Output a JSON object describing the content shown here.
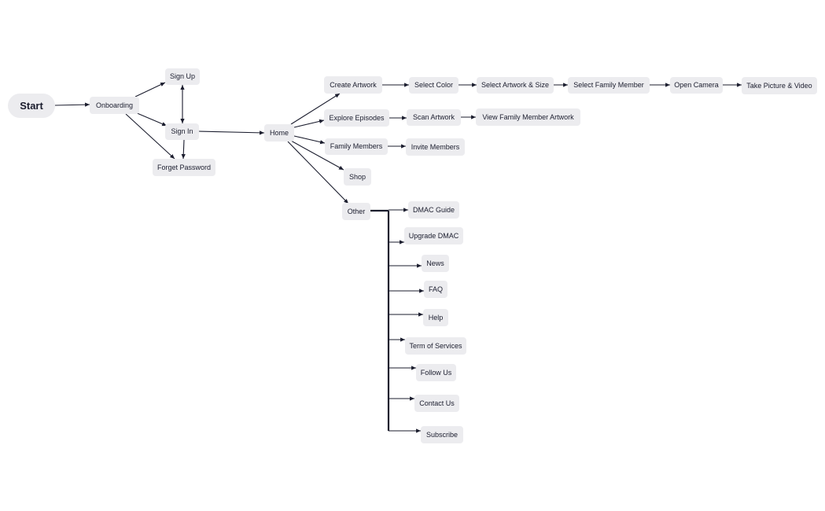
{
  "flow": {
    "nodes": {
      "start": "Start",
      "onboarding": "Onboarding",
      "sign_up": "Sign Up",
      "sign_in": "Sign In",
      "forget_password": "Forget Password",
      "home": "Home",
      "create_artwork": "Create Artwork",
      "select_color": "Select Color",
      "select_artwork_size": "Select Artwork & Size",
      "select_family_member": "Select Family Member",
      "open_camera": "Open Camera",
      "take_picture_video": "Take Picture & Video",
      "explore_episodes": "Explore Episodes",
      "scan_artwork": "Scan Artwork",
      "view_family_member_artwork": "View Family Member Artwork",
      "family_members": "Family Members",
      "invite_members": "Invite Members",
      "shop": "Shop",
      "other": "Other",
      "dmac_guide": "DMAC Guide",
      "upgrade_dmac": "Upgrade DMAC",
      "news": "News",
      "faq": "FAQ",
      "help": "Help",
      "term_of_services": "Term of Services",
      "follow_us": "Follow Us",
      "contact_us": "Contact Us",
      "subscribe": "Subscribe"
    }
  },
  "colors": {
    "node_fill": "#ececef",
    "text": "#1b1d2e",
    "edge": "#1b1d2e"
  }
}
